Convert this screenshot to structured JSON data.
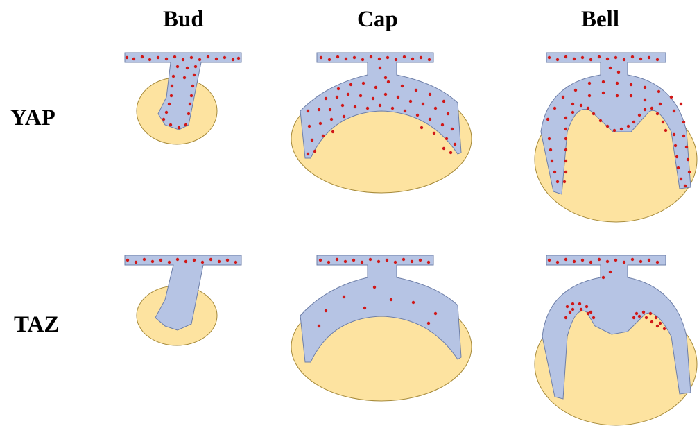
{
  "columns": [
    "Bud",
    "Cap",
    "Bell"
  ],
  "rows": [
    "YAP",
    "TAZ"
  ],
  "colors": {
    "epithelium": "#b6c4e4",
    "epithelium_stroke": "#6e7fa8",
    "mesenchyme": "#fde3a0",
    "mesenchyme_stroke": "#a68a3a",
    "dot": "#d01818"
  }
}
